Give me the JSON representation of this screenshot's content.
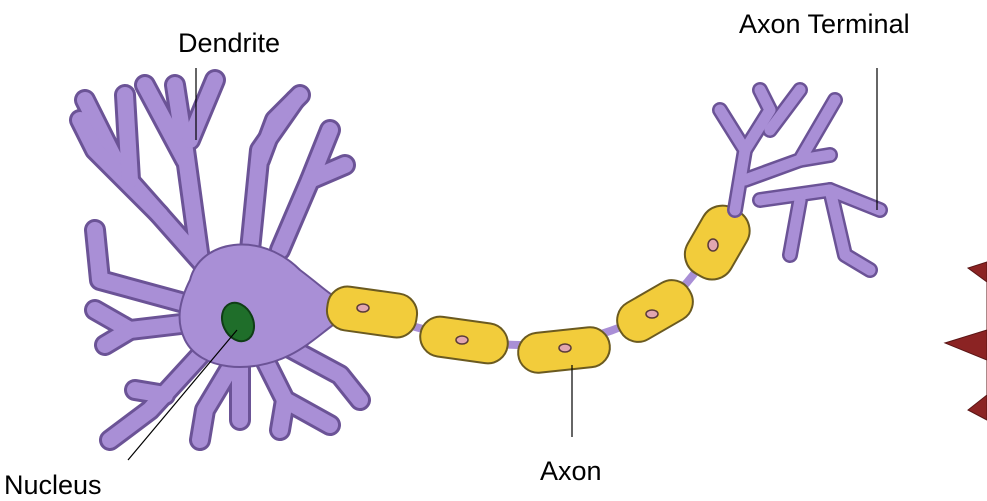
{
  "labels": {
    "dendrite": "Dendrite",
    "axon_terminal": "Axon Terminal",
    "nucleus": "Nucleus",
    "axon": "Axon"
  },
  "colors": {
    "neuron_body": "#a98fd6",
    "nucleus": "#1f6e2a",
    "myelin": "#f2cc3b",
    "schwann_nucleus": "#e2a6b0",
    "outline": "#5a4080",
    "pointer": "#8b2323"
  },
  "icons": [
    "neuron-illustration",
    "pointer-arrow-icon"
  ]
}
